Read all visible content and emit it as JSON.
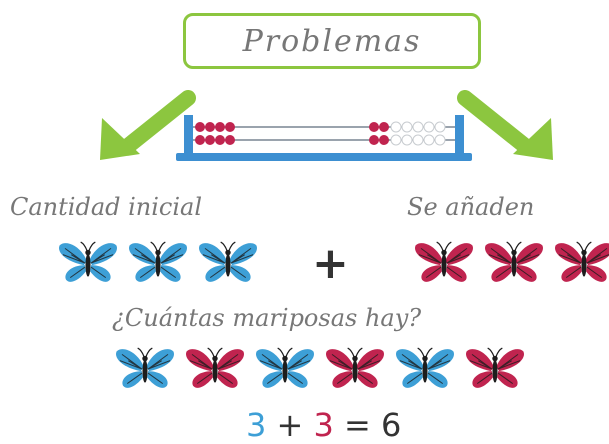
{
  "title": "Problemas",
  "left_label": "Cantidad inicial",
  "right_label": "Se añaden",
  "question": "¿Cuántas mariposas hay?",
  "operator_plus": "+",
  "equation": {
    "a": "3",
    "op": "+",
    "b": "3",
    "eq": "=",
    "result": "6"
  },
  "colors": {
    "green": "#8cc63f",
    "blue": "#3d9fd6",
    "red": "#c0244f",
    "abacus_frame": "#3d8fd1",
    "text_gray": "#777777"
  },
  "groups": {
    "initial": [
      "blue",
      "blue",
      "blue"
    ],
    "added": [
      "red",
      "red",
      "red"
    ],
    "total": [
      "blue",
      "red",
      "blue",
      "red",
      "blue",
      "red"
    ]
  }
}
